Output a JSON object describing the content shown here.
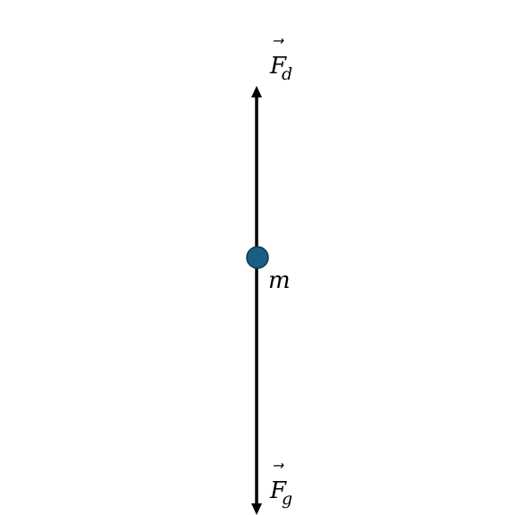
{
  "diagram": {
    "labels": {
      "upward_force": {
        "symbol": "F",
        "subscript": "d",
        "vector_arrow": "⃗"
      },
      "downward_force": {
        "symbol": "F",
        "subscript": "g",
        "vector_arrow": "⃗"
      },
      "mass": {
        "symbol": "m"
      }
    },
    "colors": {
      "mass_fill": "#1a5f82",
      "mass_stroke": "#0d3a52",
      "force_line": "#000000",
      "background": "#ffffff"
    }
  }
}
